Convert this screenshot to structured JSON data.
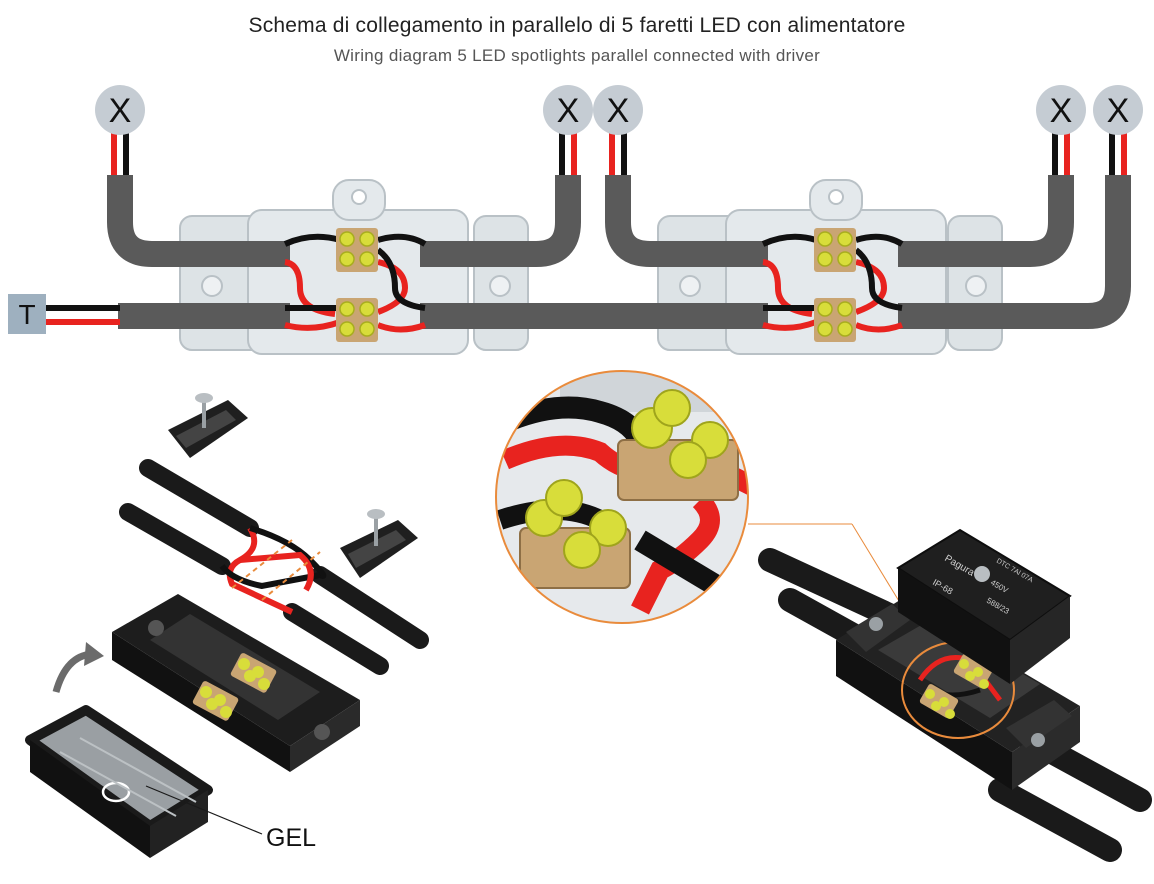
{
  "header": {
    "title": "Schema di collegamento in parallelo di 5 faretti LED con alimentatore",
    "subtitle": "Wiring diagram 5 LED spotlights parallel connected with driver"
  },
  "schematic": {
    "lamp_symbol": "X",
    "lamp_count": 5,
    "driver_symbol": "T"
  },
  "detail": {
    "gel_label": "GEL",
    "cover_text": [
      "Pagura",
      "IP-68",
      "DTC 7Al 07A",
      "450V",
      "588/23"
    ]
  },
  "colors": {
    "cable": "#5a5a5a",
    "red_wire": "#e8231f",
    "black_wire": "#111111",
    "terminal": "#d8dd3a",
    "box_body": "#dde3e6",
    "lamp_circle": "#c5ccd3",
    "driver_square": "#9eb0bf",
    "callout_ring": "#e98b3c"
  }
}
